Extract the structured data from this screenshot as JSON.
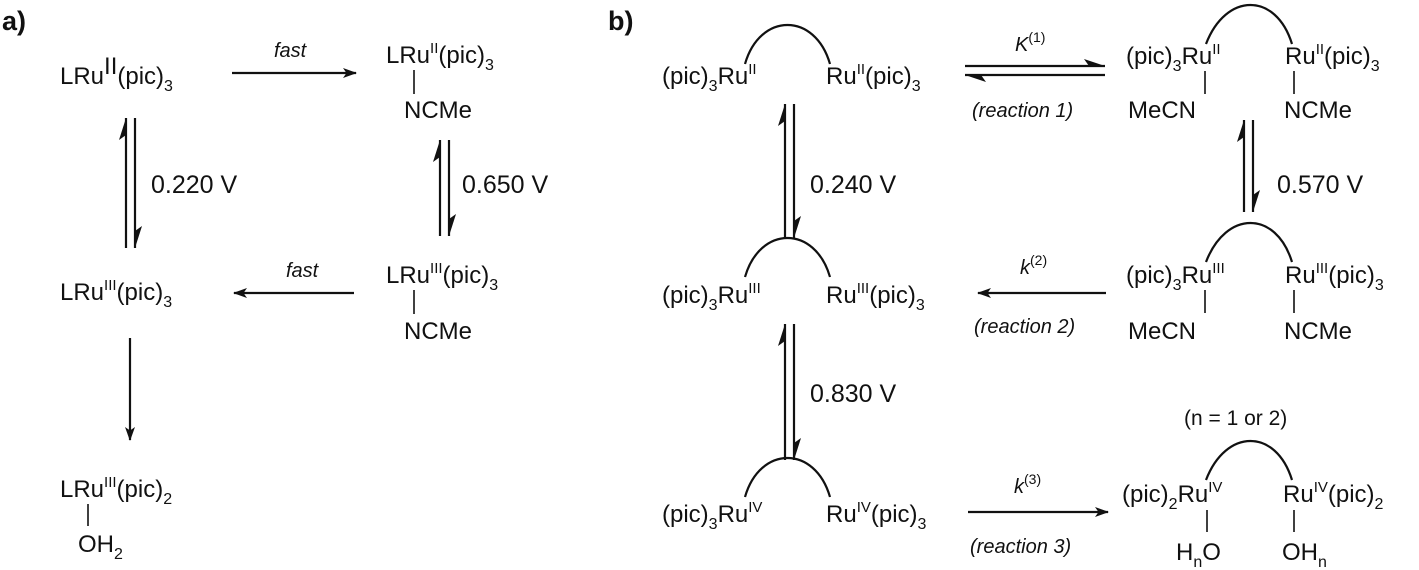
{
  "panel_a": {
    "label": "a)",
    "species": {
      "start": [
        "LRu",
        "II",
        "(pic)",
        "3"
      ],
      "mecn_ii": [
        "LRu",
        "II",
        "(pic)",
        "3"
      ],
      "mecn_ii_ligand": "NCMe",
      "ox_iii": [
        "LRu",
        "III",
        "(pic)",
        "3"
      ],
      "mecn_iii": [
        "LRu",
        "III",
        "(pic)",
        "3"
      ],
      "mecn_iii_ligand": "NCMe",
      "aqua": [
        "LRu",
        "III",
        "(pic)",
        "2"
      ],
      "aqua_ligand": [
        "OH",
        "2"
      ]
    },
    "fast_top": "fast",
    "fast_bottom": "fast",
    "potential_left": "0.220 V",
    "potential_right": "0.650 V"
  },
  "panel_b": {
    "label": "b)",
    "dimer_ii": {
      "left": [
        "(pic)",
        "3",
        "Ru",
        "II"
      ],
      "right": [
        "Ru",
        "II",
        "(pic)",
        "3"
      ]
    },
    "dimer_iii": {
      "left": [
        "(pic)",
        "3",
        "Ru",
        "III"
      ],
      "right": [
        "Ru",
        "III",
        "(pic)",
        "3"
      ]
    },
    "dimer_iv": {
      "left": [
        "(pic)",
        "3",
        "Ru",
        "IV"
      ],
      "right": [
        "Ru",
        "IV",
        "(pic)",
        "3"
      ]
    },
    "mecn_ii": {
      "left": [
        "(pic)",
        "3",
        "Ru",
        "II"
      ],
      "right": [
        "Ru",
        "II",
        "(pic)",
        "3"
      ],
      "ligand_left": "MeCN",
      "ligand_right": "NCMe"
    },
    "mecn_iii": {
      "left": [
        "(pic)",
        "3",
        "Ru",
        "III"
      ],
      "right": [
        "Ru",
        "III",
        "(pic)",
        "3"
      ],
      "ligand_left": "MeCN",
      "ligand_right": "NCMe"
    },
    "product": {
      "left": [
        "(pic)",
        "2",
        "Ru",
        "IV"
      ],
      "right": [
        "Ru",
        "IV",
        "(pic)",
        "2"
      ],
      "ligand_left": [
        "H",
        "n",
        "O"
      ],
      "ligand_right": [
        "OH",
        "n"
      ]
    },
    "k1": {
      "letter": "K",
      "sup": "(1)"
    },
    "k2": {
      "letter": "k",
      "sup": "(2)"
    },
    "k3": {
      "letter": "k",
      "sup": "(3)"
    },
    "reaction1": "(reaction 1)",
    "reaction2": "(reaction 2)",
    "reaction3": "(reaction 3)",
    "potential_1": "0.240 V",
    "potential_2": "0.830 V",
    "potential_3": "0.570 V",
    "n_note": "(n = 1 or 2)"
  }
}
